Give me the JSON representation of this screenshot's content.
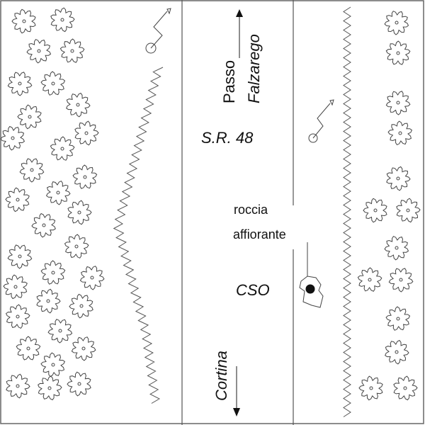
{
  "labels": {
    "passo": "Passo",
    "falzarego": "Falzarego",
    "road_name": "S.R. 48",
    "rock_line1": "roccia",
    "rock_line2": "affiorante",
    "site": "CSO",
    "cortina": "Cortina"
  },
  "colors": {
    "line": "#555555",
    "text": "#111111",
    "site_dot": "#111111"
  }
}
